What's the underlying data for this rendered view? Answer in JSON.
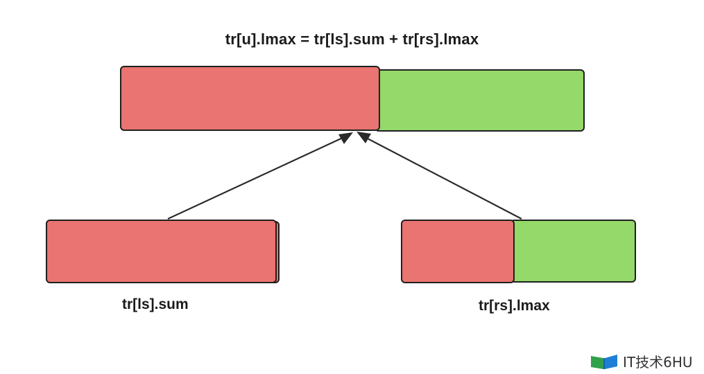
{
  "formula": "tr[u].lmax = tr[ls].sum + tr[rs].lmax",
  "labels": {
    "left_child": "tr[ls].sum",
    "right_child": "tr[rs].lmax"
  },
  "colors": {
    "red_segment": "#e97471",
    "green_segment": "#94d96a",
    "border": "#1f1f1f",
    "arrow": "#2a2a2a"
  },
  "watermark": {
    "text": "IT技术6HU"
  }
}
